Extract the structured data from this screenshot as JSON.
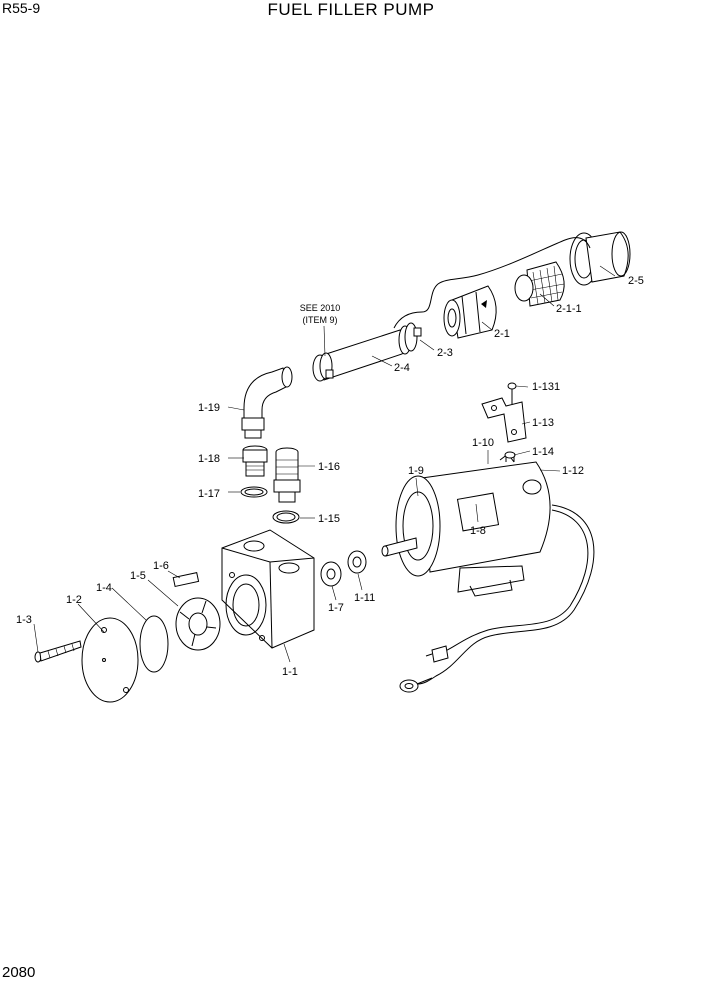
{
  "header": {
    "model": "R55-9",
    "title": "FUEL FILLER PUMP"
  },
  "footer": {
    "page_number": "2080"
  },
  "reference_note": {
    "line1": "SEE 2010",
    "line2": "(ITEM 9)"
  },
  "parts": {
    "p1_1": "1-1",
    "p1_2": "1-2",
    "p1_3": "1-3",
    "p1_4": "1-4",
    "p1_5": "1-5",
    "p1_6": "1-6",
    "p1_7": "1-7",
    "p1_8": "1-8",
    "p1_9": "1-9",
    "p1_10": "1-10",
    "p1_11": "1-11",
    "p1_12": "1-12",
    "p1_13": "1-13",
    "p1_14": "1-14",
    "p1_15": "1-15",
    "p1_16": "1-16",
    "p1_17": "1-17",
    "p1_18": "1-18",
    "p1_19": "1-19",
    "p1_131": "1-131",
    "p2_1": "2-1",
    "p2_1_1": "2-1-1",
    "p2_3": "2-3",
    "p2_4": "2-4",
    "p2_5": "2-5"
  }
}
